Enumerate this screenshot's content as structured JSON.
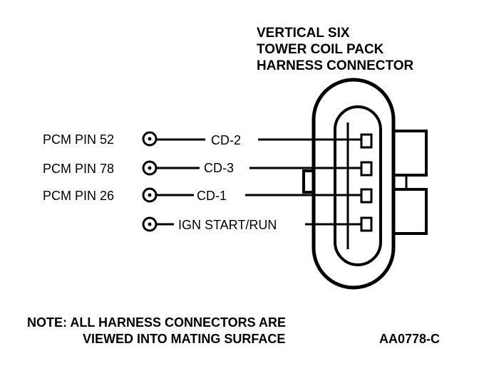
{
  "title": {
    "line1": "VERTICAL SIX",
    "line2": "TOWER COIL PACK",
    "line3": "HARNESS CONNECTOR"
  },
  "pins": [
    {
      "pin_label": "PCM PIN 52",
      "wire_label": "CD-2"
    },
    {
      "pin_label": "PCM PIN 78",
      "wire_label": "CD-3"
    },
    {
      "pin_label": "PCM PIN 26",
      "wire_label": "CD-1"
    },
    {
      "pin_label": "",
      "wire_label": "IGN START/RUN"
    }
  ],
  "note": {
    "line1": "NOTE: ALL HARNESS CONNECTORS ARE",
    "line2": "VIEWED INTO MATING SURFACE"
  },
  "figure_code": "AA0778-C"
}
